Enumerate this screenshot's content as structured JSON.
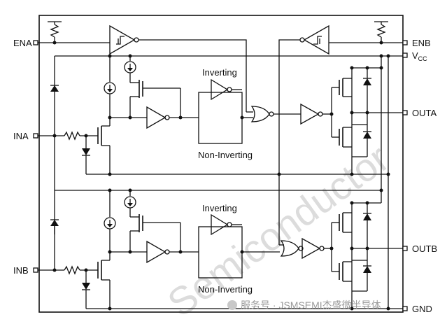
{
  "pins": {
    "ena": "ENA",
    "enb": "ENB",
    "vcc_main": "V",
    "vcc_sub": "CC",
    "ina": "INA",
    "outa": "OUTA",
    "inb": "INB",
    "outb": "OUTB",
    "gnd": "GND"
  },
  "channel_a": {
    "inverting": "Inverting",
    "non_inverting": "Non-Inverting"
  },
  "channel_b": {
    "inverting": "Inverting",
    "non_inverting": "Non-Inverting"
  },
  "watermark": {
    "text": "Semiconductor",
    "source": "服务号 · JSMSEMI杰盛微半导体"
  }
}
